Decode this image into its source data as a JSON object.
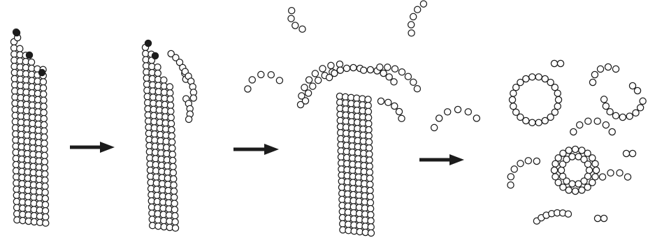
{
  "figure": {
    "stages": [
      {
        "id": "intact-microtubule"
      },
      {
        "id": "protofilament-peeling"
      },
      {
        "id": "splayed-end"
      },
      {
        "id": "curved-oligomers-and-rings"
      }
    ],
    "arrows": [
      {
        "id": "arrow-1"
      },
      {
        "id": "arrow-2"
      },
      {
        "id": "arrow-3"
      }
    ],
    "colors": {
      "outline": "#1c1c1c",
      "bead_fill": "#ffffff",
      "background": "#ffffff"
    }
  }
}
